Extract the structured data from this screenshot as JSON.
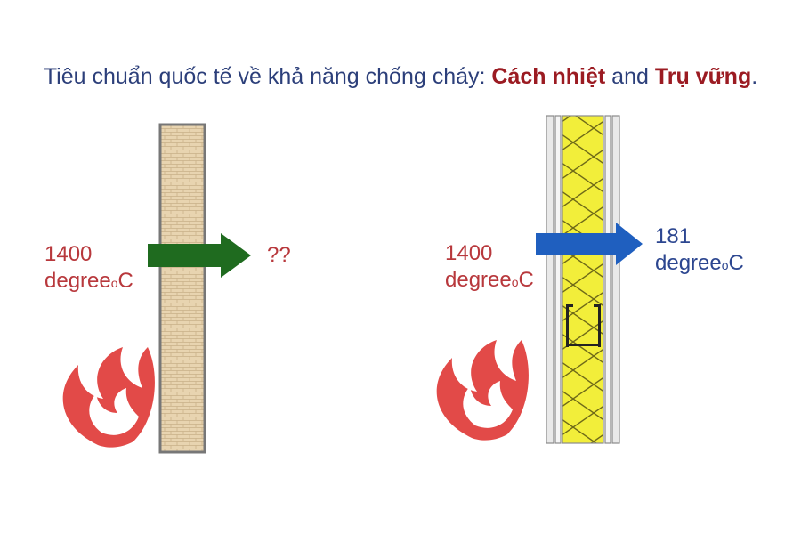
{
  "title": {
    "prefix": "Tiêu chuẩn quốc tế về khả năng chống cháy: ",
    "highlight1": "Cách nhiệt",
    "middle": " and ",
    "highlight2": "Trụ vững",
    "suffix": "."
  },
  "left_panel": {
    "input_value": "1400",
    "input_unit_word": "degree",
    "input_unit_sup": "o",
    "input_unit_letter": "C",
    "output_value": "??"
  },
  "right_panel": {
    "input_value": "1400",
    "input_unit_word": "degree",
    "input_unit_sup": "o",
    "input_unit_letter": "C",
    "output_value": "181",
    "output_unit_word": "degree",
    "output_unit_sup": "o",
    "output_unit_letter": "C"
  },
  "colors": {
    "title_text": "#2c3f7a",
    "title_highlight": "#9b1b22",
    "temp_red": "#b8383c",
    "temp_blue": "#2c4690",
    "green_arrow": "#1f6b1f",
    "blue_arrow": "#1f5fbf",
    "brick_wall": "#e8d4b0",
    "insulation": "#f2ee3a",
    "flame": "#e24a48"
  },
  "icons": [
    "brick-wall",
    "insulated-wall",
    "flame-icon",
    "heat-arrow"
  ]
}
